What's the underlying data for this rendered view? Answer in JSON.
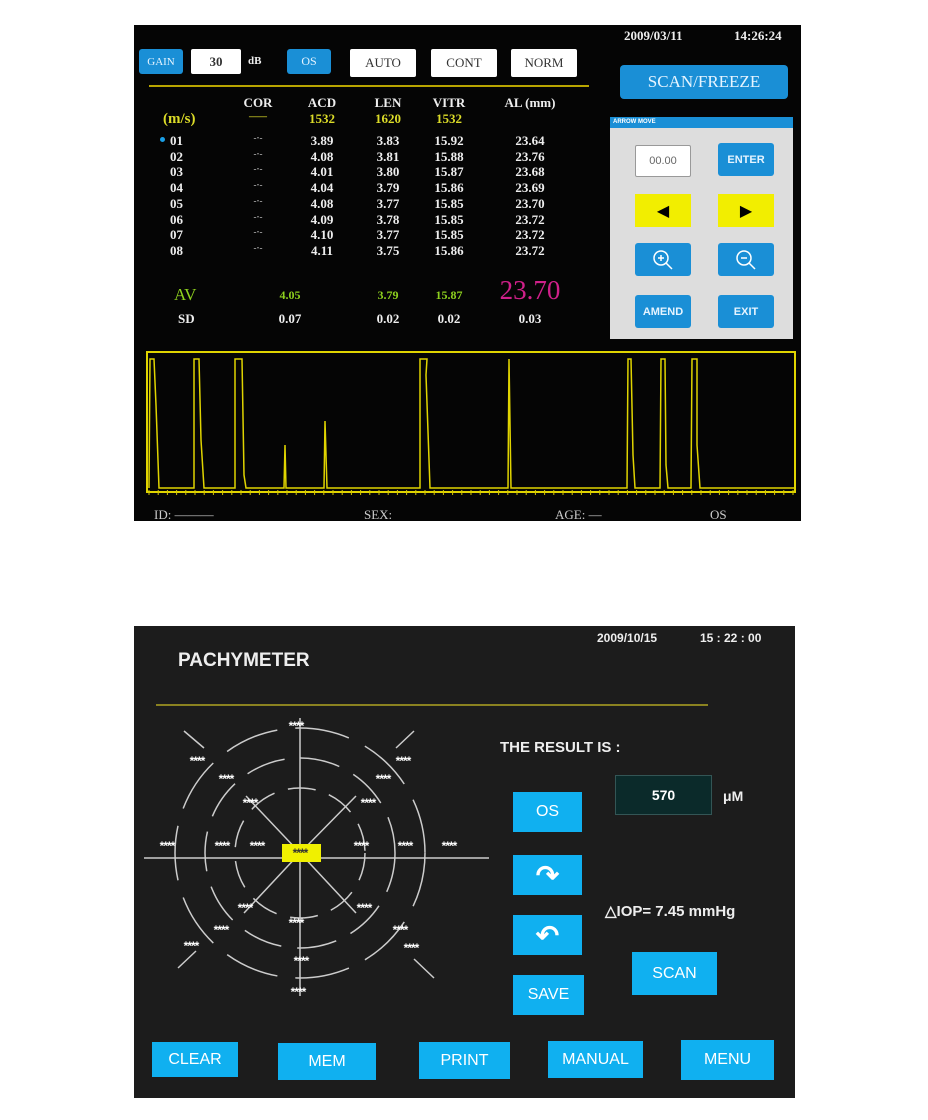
{
  "biometer": {
    "datetime": {
      "date": "2009/03/11",
      "time": "14:26:24"
    },
    "toolbar": {
      "gain_label": "GAIN",
      "gain_value": "30",
      "gain_unit": "dB",
      "eye": "OS",
      "mode_buttons": [
        "AUTO",
        "CONT",
        "NORM"
      ]
    },
    "scan_freeze": "SCAN/FREEZE",
    "arrow_panel": {
      "title": "ARROW MOVE",
      "value": "00.00",
      "enter": "ENTER",
      "amend": "AMEND",
      "exit": "EXIT"
    },
    "table": {
      "headers": [
        "COR",
        "ACD",
        "LEN",
        "VITR",
        "AL (mm)"
      ],
      "velocity_label": "(m/s)",
      "velocities": [
        "——",
        "1532",
        "1620",
        "1532"
      ],
      "rows": [
        {
          "id": "01",
          "cor": "-·-",
          "acd": "3.89",
          "len": "3.83",
          "vitr": "15.92",
          "al": "23.64"
        },
        {
          "id": "02",
          "cor": "-·-",
          "acd": "4.08",
          "len": "3.81",
          "vitr": "15.88",
          "al": "23.76"
        },
        {
          "id": "03",
          "cor": "-·-",
          "acd": "4.01",
          "len": "3.80",
          "vitr": "15.87",
          "al": "23.68"
        },
        {
          "id": "04",
          "cor": "-·-",
          "acd": "4.04",
          "len": "3.79",
          "vitr": "15.86",
          "al": "23.69"
        },
        {
          "id": "05",
          "cor": "-·-",
          "acd": "4.08",
          "len": "3.77",
          "vitr": "15.85",
          "al": "23.70"
        },
        {
          "id": "06",
          "cor": "-·-",
          "acd": "4.09",
          "len": "3.78",
          "vitr": "15.85",
          "al": "23.72"
        },
        {
          "id": "07",
          "cor": "-·-",
          "acd": "4.10",
          "len": "3.77",
          "vitr": "15.85",
          "al": "23.72"
        },
        {
          "id": "08",
          "cor": "-·-",
          "acd": "4.11",
          "len": "3.75",
          "vitr": "15.86",
          "al": "23.72"
        }
      ],
      "av": {
        "label": "AV",
        "acd": "4.05",
        "len": "3.79",
        "vitr": "15.87",
        "al": "23.70"
      },
      "sd": {
        "label": "SD",
        "acd": "0.07",
        "len": "0.02",
        "vitr": "0.02",
        "al": "0.03"
      }
    },
    "footer": {
      "id": "ID: ———",
      "sex": "SEX:",
      "age": "AGE: —",
      "eye": "OS"
    }
  },
  "pachymeter": {
    "title": "PACHYMETER",
    "datetime": {
      "date": "2009/10/15",
      "time": "15 : 22 : 00"
    },
    "result_label": "THE RESULT IS  :",
    "result_value": "570",
    "result_unit": "μM",
    "iop": "△IOP=  7.45 mmHg",
    "points": [
      "****",
      "****",
      "****",
      "****",
      "****",
      "****",
      "****",
      "****",
      "****",
      "****",
      "****",
      "****",
      "****",
      "****",
      "****",
      "****",
      "****",
      "****",
      "****",
      "****",
      "****",
      "****",
      "****"
    ],
    "buttons": {
      "os": "OS",
      "save": "SAVE",
      "scan": "SCAN",
      "clear": "CLEAR",
      "mem": "MEM",
      "print": "PRINT",
      "manual": "MANUAL",
      "menu": "MENU"
    },
    "colors": {
      "button": "#10b0f0",
      "highlight": "#f0f000"
    }
  }
}
